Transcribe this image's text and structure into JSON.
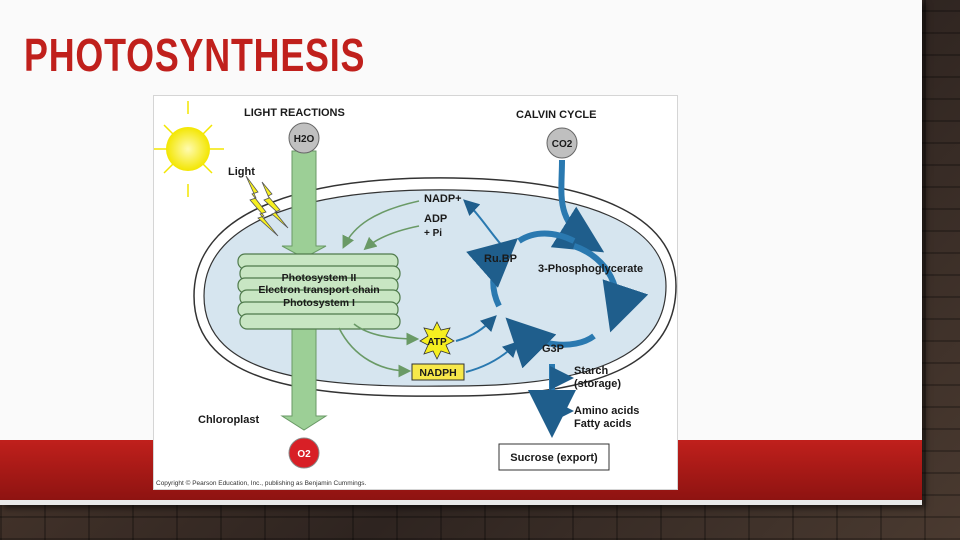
{
  "slide": {
    "title": "PHOTOSYNTHESIS",
    "accent_color": "#c0201c"
  },
  "diagram": {
    "light_reactions_label": "LIGHT REACTIONS",
    "calvin_cycle_label": "CALVIN CYCLE",
    "h2o_label": "H2O",
    "co2_label": "CO2",
    "o2_label": "O2",
    "light_label": "Light",
    "nadp_label": "NADP+",
    "adp_label": "ADP",
    "pi_label": "+ Pi",
    "atp_label": "ATP",
    "nadph_label": "NADPH",
    "rubp_label": "Ru.BP",
    "phosphoglycerate_label": "3-Phosphoglycerate",
    "g3p_label": "G3P",
    "starch_label": "Starch",
    "storage_label": "(storage)",
    "amino_acids_label": "Amino acids",
    "fatty_acids_label": "Fatty acids",
    "sucrose_label": "Sucrose (export)",
    "chloroplast_label": "Chloroplast",
    "thylakoid_labels": [
      "Photosystem II",
      "Electron transport chain",
      "Photosystem I"
    ],
    "copyright": "Copyright © Pearson Education, Inc., publishing as Benjamin Cummings.",
    "colors": {
      "stroma": "#d6e5ef",
      "thylakoid": "#c8e6c3",
      "green_arrow": "#9ccf96",
      "blue_arrow": "#2a79b0",
      "sun": "#f6ef20",
      "o2_red": "#d81f26",
      "co2_gray": "#bfbfbf",
      "nadph_yellow": "#f7e84a"
    }
  }
}
